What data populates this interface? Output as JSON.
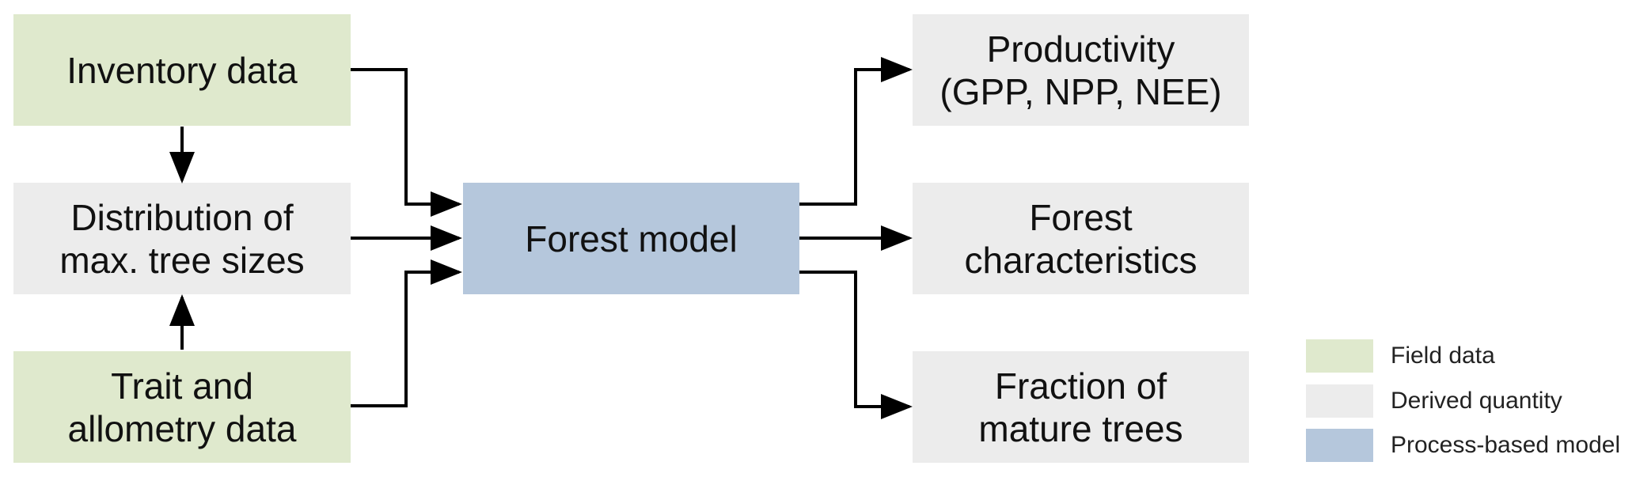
{
  "nodes": {
    "inventory": {
      "lines": [
        "Inventory data"
      ]
    },
    "distribution": {
      "lines": [
        "Distribution of",
        "max. tree sizes"
      ]
    },
    "trait": {
      "lines": [
        "Trait and",
        "allometry data"
      ]
    },
    "forest_model": {
      "lines": [
        "Forest model"
      ]
    },
    "productivity": {
      "lines": [
        "Productivity",
        "(GPP, NPP, NEE)"
      ]
    },
    "characteristics": {
      "lines": [
        "Forest",
        "characteristics"
      ]
    },
    "mature": {
      "lines": [
        "Fraction of",
        "mature trees"
      ]
    }
  },
  "legend": [
    {
      "label": "Field data",
      "color": "#dfe9cd"
    },
    {
      "label": "Derived quantity",
      "color": "#ececec"
    },
    {
      "label": "Process-based model",
      "color": "#b5c7dc"
    }
  ],
  "colors": {
    "field": "#dfe9cd",
    "derived": "#ececec",
    "model": "#b5c7dc",
    "arrow": "#000000"
  }
}
